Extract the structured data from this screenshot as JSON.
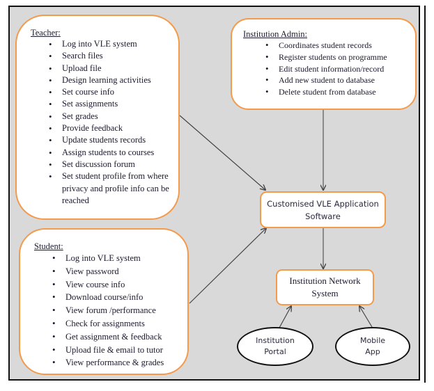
{
  "diagram": {
    "teacher": {
      "title": "Teacher:",
      "items": [
        "Log into VLE system",
        "Search files",
        "Upload file",
        "Design learning activities",
        "Set course info",
        "Set assignments",
        "Set grades",
        "Provide feedback",
        "Update students records",
        "Assign students to courses",
        "Set discussion forum",
        "Set student profile from where privacy and profile info can be reached"
      ]
    },
    "admin": {
      "title": "Institution Admin:",
      "items": [
        "Coordinates student records",
        "Register students on programme",
        "Edit student information/record",
        "Add new student to database",
        "Delete student from database"
      ]
    },
    "student": {
      "title": "Student:",
      "items": [
        "Log into VLE system",
        "View password",
        "View course info",
        "Download  course/info",
        "View forum /performance",
        "Check for assignments",
        "Get assignment & feedback",
        "Upload file & email to tutor",
        "View performance & grades"
      ]
    },
    "vle_node": {
      "line1": "Customised VLE Application",
      "line2": "Software"
    },
    "network_node": {
      "line1": "Institution Network",
      "line2": "System"
    },
    "portal_node": {
      "line1": "Institution",
      "line2": "Portal"
    },
    "mobile_node": {
      "line1": "Mobile",
      "line2": "App"
    },
    "edges": [
      {
        "from": "teacher",
        "to": "vle_node"
      },
      {
        "from": "admin",
        "to": "vle_node"
      },
      {
        "from": "student",
        "to": "vle_node"
      },
      {
        "from": "vle_node",
        "to": "network_node"
      },
      {
        "from": "portal_node",
        "to": "network_node"
      },
      {
        "from": "mobile_node",
        "to": "network_node"
      }
    ],
    "colors": {
      "box_border": "#f39a4b",
      "background": "#d9d9d9",
      "arrow": "#444444"
    }
  }
}
